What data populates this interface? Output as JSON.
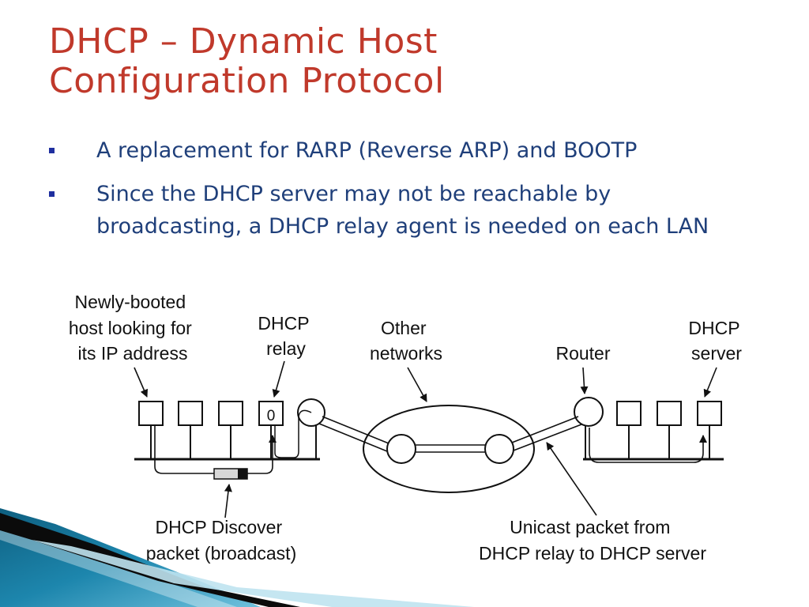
{
  "slide": {
    "title_line1": "DHCP – Dynamic Host",
    "title_line2": "Configuration Protocol",
    "bullets": [
      "A replacement for RARP (Reverse ARP) and BOOTP",
      "Since the DHCP server may not be reachable by broadcasting, a DHCP relay agent is needed on each LAN"
    ]
  },
  "diagram": {
    "host_label": [
      "Newly-booted",
      "host looking for",
      "its IP address"
    ],
    "relay_label": [
      "DHCP",
      "relay"
    ],
    "relay_box_text": "0",
    "networks_label": [
      "Other",
      "networks"
    ],
    "router_label": "Router",
    "server_label": [
      "DHCP",
      "server"
    ],
    "discover_label": [
      "DHCP Discover",
      "packet (broadcast)"
    ],
    "unicast_label": [
      "Unicast packet from",
      "DHCP relay to DHCP server"
    ]
  },
  "colors": {
    "title": "#c0392b",
    "body_text": "#1f3f7a",
    "bullet": "#1f2f9f"
  }
}
